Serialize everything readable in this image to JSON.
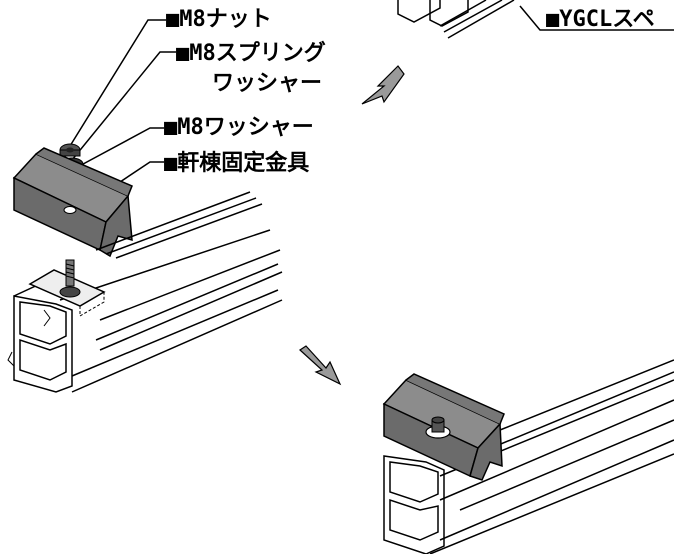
{
  "labels": {
    "nut": "■M8ナット",
    "spring_washer_line1": "■M8スプリング",
    "spring_washer_line2": "ワッシャー",
    "washer": "■M8ワッシャー",
    "bracket": "■軒棟固定金具",
    "spacer": "■YGCLスペ"
  },
  "colors": {
    "metal_dark": "#6b6b6b",
    "metal_top": "#8c8c8c",
    "arrow_gray": "#9a9a9a",
    "line": "#000000"
  },
  "icons": {
    "arrow_top": "down-left-arrow",
    "arrow_mid": "down-right-arrow"
  }
}
